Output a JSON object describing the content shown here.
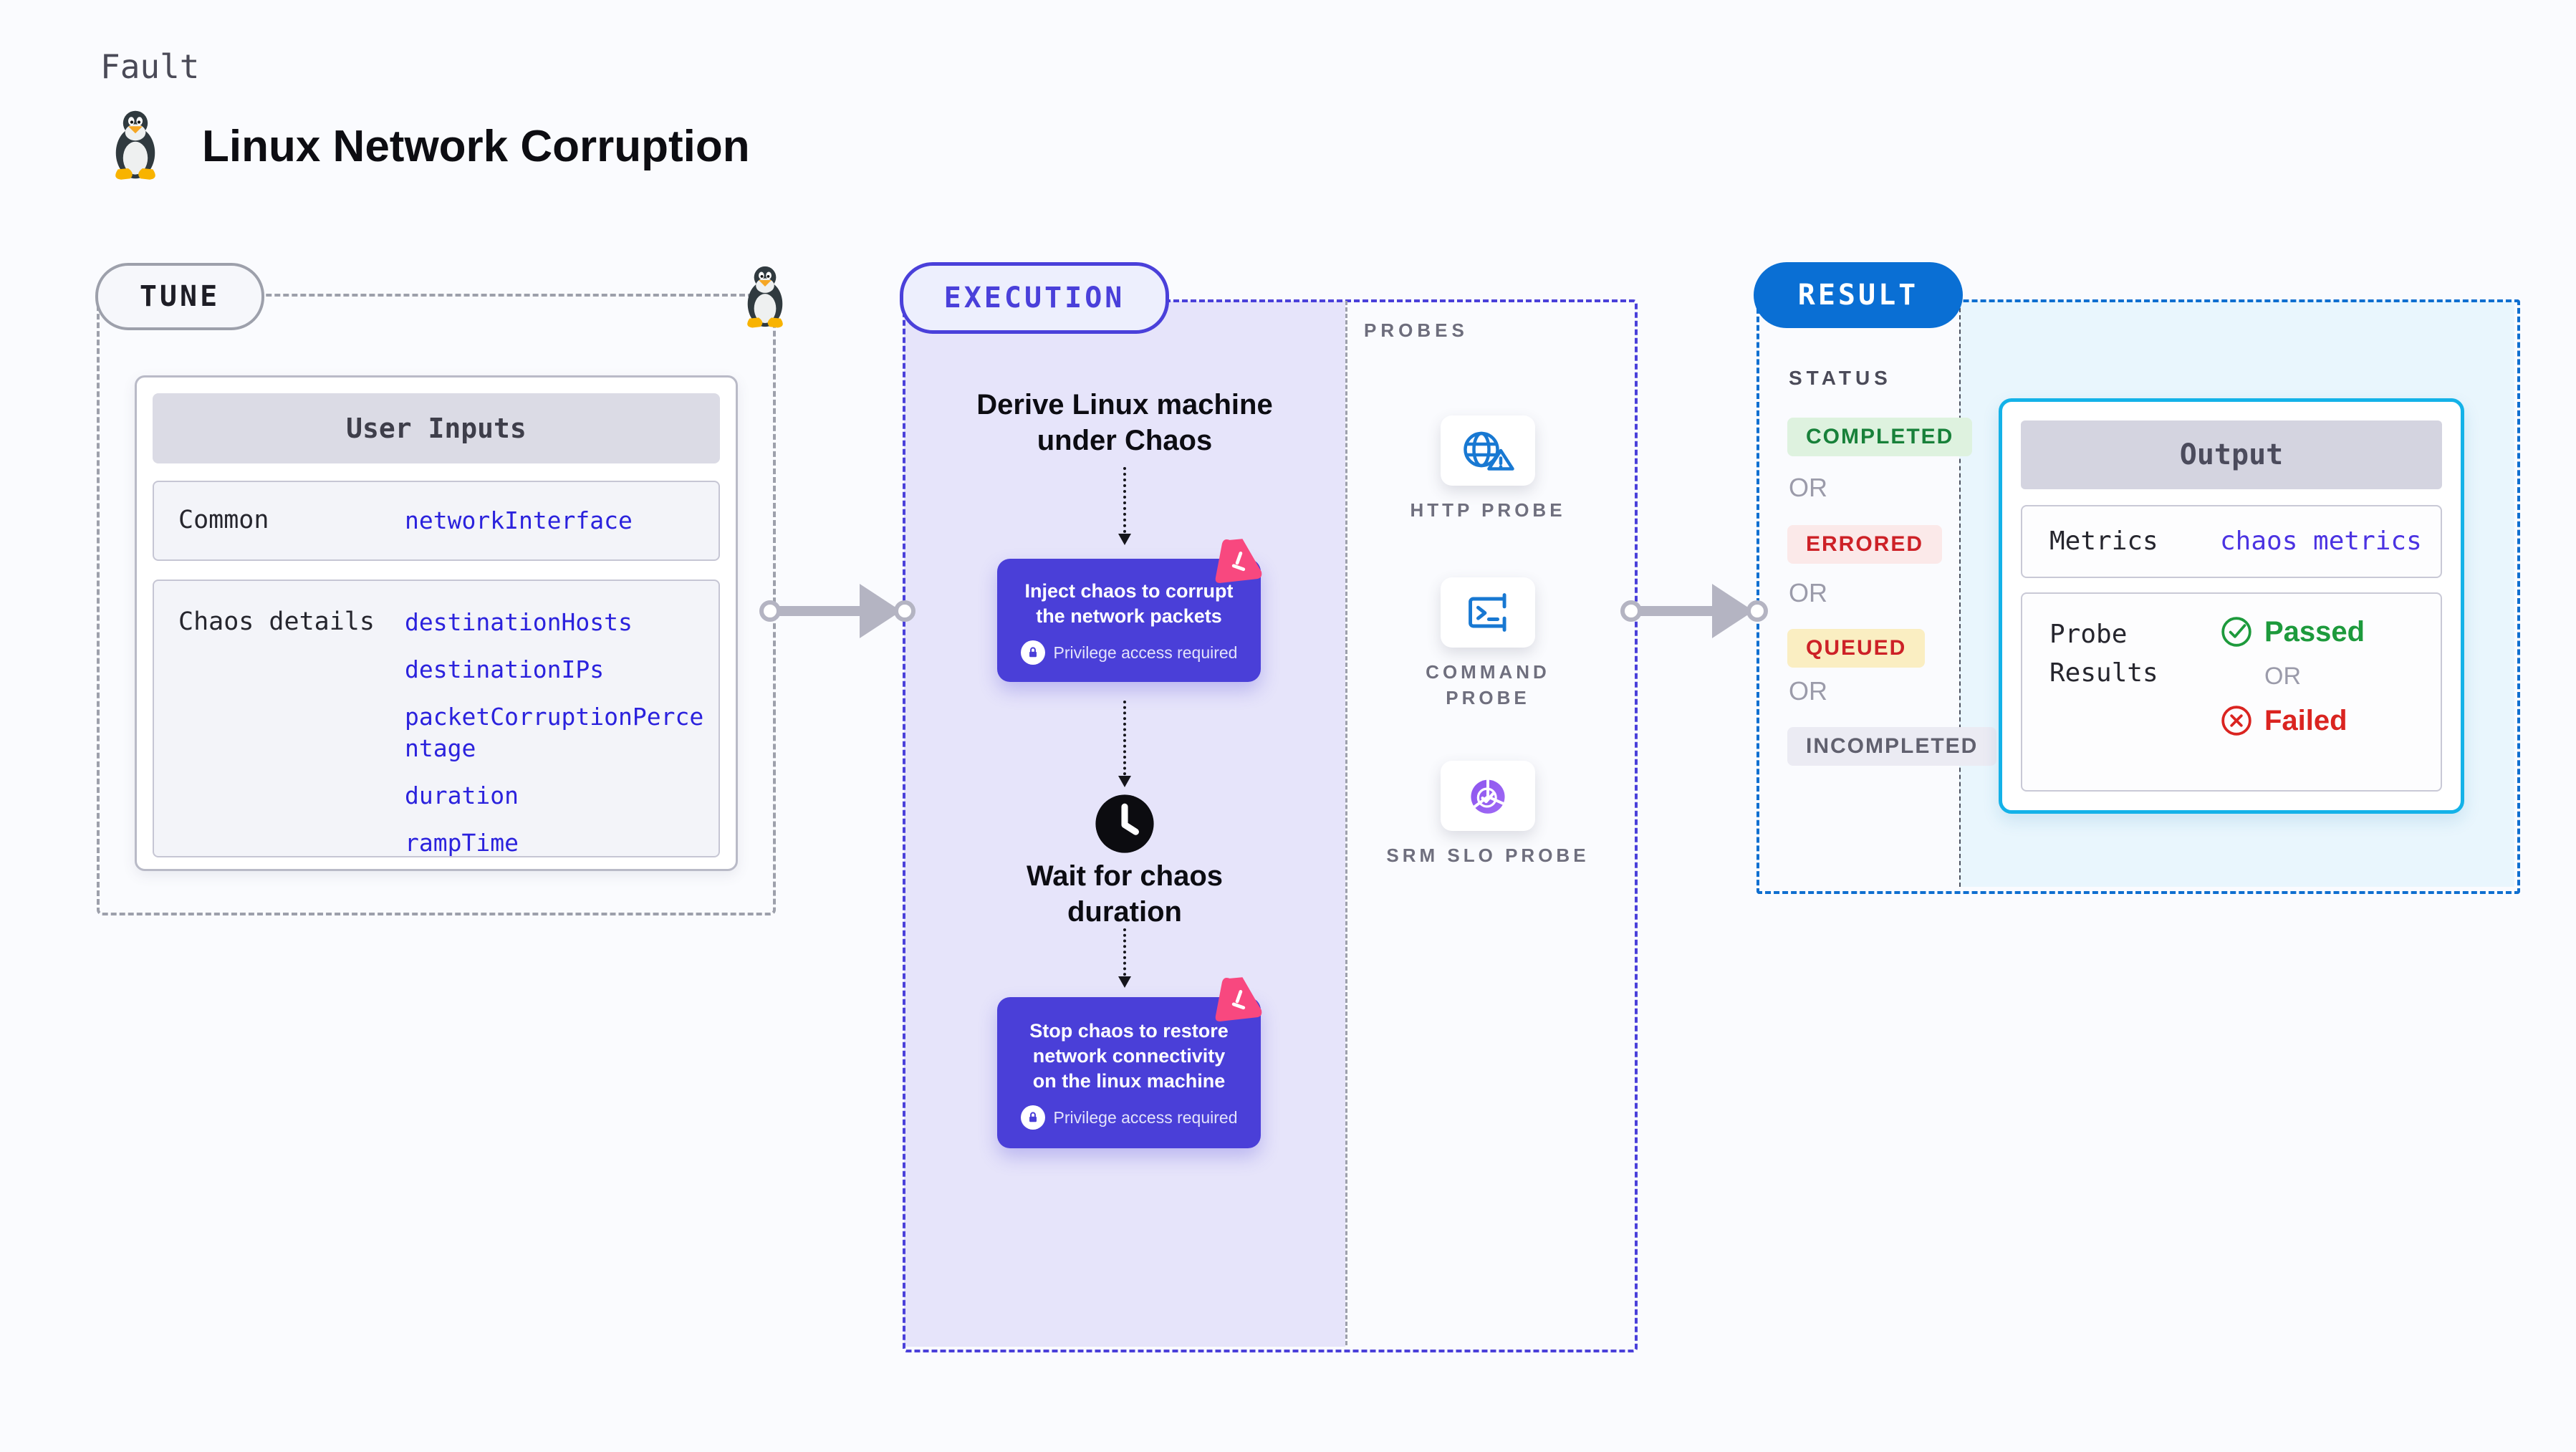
{
  "header": {
    "kind_label": "Fault",
    "title": "Linux Network Corruption",
    "icon": "tux-linux-icon"
  },
  "tune": {
    "label": "TUNE",
    "corner_icon": "tux-linux-icon",
    "user_inputs": {
      "header": "User Inputs",
      "rows": [
        {
          "label": "Common",
          "values": [
            "networkInterface"
          ]
        },
        {
          "label": "Chaos details",
          "values": [
            "destinationHosts",
            "destinationIPs",
            "packetCorruptionPercentage",
            "duration",
            "rampTime"
          ]
        }
      ]
    }
  },
  "execution": {
    "label": "EXECUTION",
    "steps": {
      "derive": "Derive Linux machine under Chaos",
      "inject": "Inject chaos to corrupt the network packets",
      "privilege": "Privilege access required",
      "wait": "Wait for chaos duration",
      "stop": "Stop chaos to restore network connectivity on the linux machine"
    },
    "probes": {
      "label": "PROBES",
      "items": [
        {
          "name": "HTTP PROBE",
          "icon": "globe-warning-icon"
        },
        {
          "name": "COMMAND PROBE",
          "icon": "terminal-icon"
        },
        {
          "name": "SRM SLO PROBE",
          "icon": "slo-pie-icon"
        }
      ]
    }
  },
  "result": {
    "label": "RESULT",
    "status": {
      "label": "STATUS",
      "or": "OR",
      "badges": [
        {
          "text": "COMPLETED",
          "fg": "#18813a",
          "bg": "#def2df"
        },
        {
          "text": "ERRORED",
          "fg": "#cd2127",
          "bg": "#fbe9e9"
        },
        {
          "text": "QUEUED",
          "fg": "#cd2127",
          "bg": "#faeec2"
        },
        {
          "text": "INCOMPLETED",
          "fg": "#60606e",
          "bg": "#ebebf3"
        }
      ]
    },
    "output": {
      "header": "Output",
      "metrics_label": "Metrics",
      "metrics_value": "chaos metrics",
      "probe_results_label": "Probe Results",
      "passed": "Passed",
      "or": "OR",
      "failed": "Failed"
    }
  },
  "colors": {
    "canvas_bg": "#fafbfe",
    "tune_border": "#9da0ab",
    "execution_accent": "#4a40da",
    "execution_area_bg": "#e6e4fa",
    "step_card_bg": "#4a3fd8",
    "result_border": "#0f6fd0",
    "result_pill_bg": "#0a6fd4",
    "result_area_bg": "#e9f6fd",
    "output_border": "#14b2e8",
    "input_value_blue": "#2b22dd",
    "metrics_value_blue": "#4b33e2",
    "passed_green": "#1d9a3c",
    "failed_red": "#da2420",
    "chaos_logo_pink": "#f8487f",
    "probe_icon_blue": "#1878d2",
    "arrow_grey": "#b4b4c2"
  }
}
